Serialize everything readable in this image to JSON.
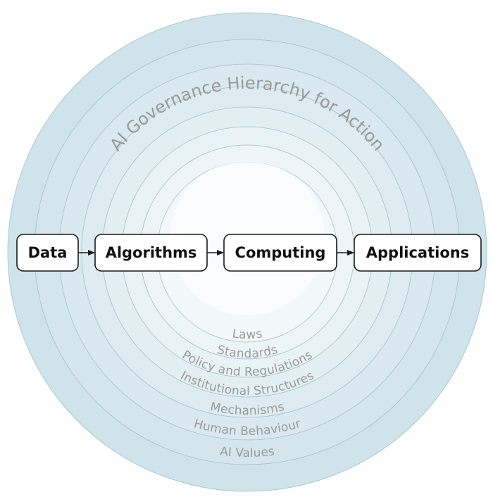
{
  "title": "AI Governance Hierarchy for Action",
  "pipeline": [
    {
      "label": "Data"
    },
    {
      "label": "Algorithms"
    },
    {
      "label": "Computing"
    },
    {
      "label": "Applications"
    }
  ],
  "layers": [
    "Laws",
    "Standards",
    "Policy and Regulations",
    "Institutional Structures",
    "Mechanisms",
    "Human Behaviour",
    "AI Values"
  ],
  "colors": {
    "ring_outer": "#cfe3ea",
    "ring_inner": "#f3f8fa",
    "ring_line": "#9fbfca",
    "label_text": "#9a9a9a",
    "box_border": "#1a1a1a"
  }
}
